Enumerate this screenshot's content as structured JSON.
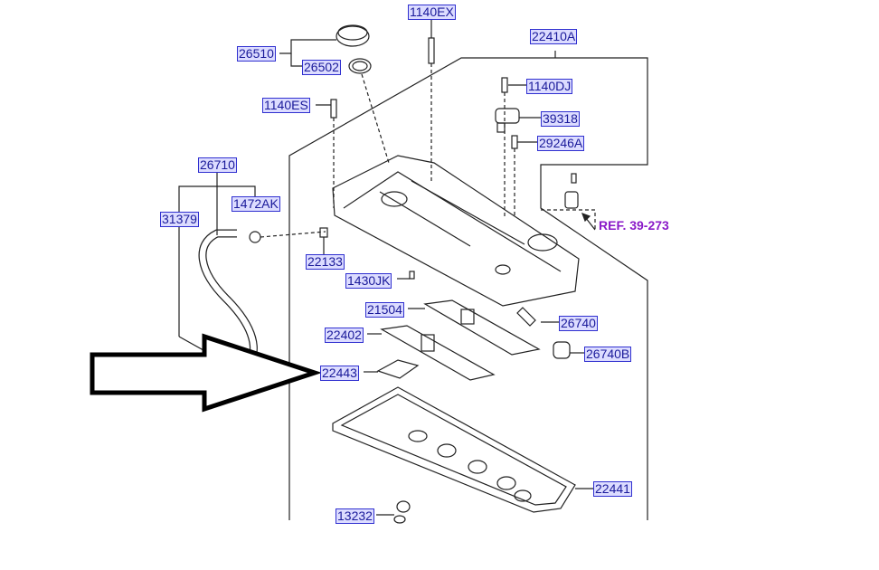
{
  "diagram": {
    "parts": [
      {
        "id": "p1140ex",
        "label": "1140EX"
      },
      {
        "id": "p22410a",
        "label": "22410A"
      },
      {
        "id": "p26510",
        "label": "26510"
      },
      {
        "id": "p26502",
        "label": "26502"
      },
      {
        "id": "p1140dj",
        "label": "1140DJ"
      },
      {
        "id": "p1140es",
        "label": "1140ES"
      },
      {
        "id": "p39318",
        "label": "39318"
      },
      {
        "id": "p29246a",
        "label": "29246A"
      },
      {
        "id": "p26710",
        "label": "26710"
      },
      {
        "id": "p1472ak",
        "label": "1472AK"
      },
      {
        "id": "p31379",
        "label": "31379"
      },
      {
        "id": "p22133",
        "label": "22133"
      },
      {
        "id": "p1430jk",
        "label": "1430JK"
      },
      {
        "id": "p21504",
        "label": "21504"
      },
      {
        "id": "p26740",
        "label": "26740"
      },
      {
        "id": "p22402",
        "label": "22402"
      },
      {
        "id": "p26740b",
        "label": "26740B"
      },
      {
        "id": "p22443",
        "label": "22443"
      },
      {
        "id": "p22441",
        "label": "22441"
      },
      {
        "id": "p13232",
        "label": "13232"
      }
    ],
    "reference": "REF. 39-273",
    "colors": {
      "label_bg": "#dcdcff",
      "label_border": "#3030d0",
      "label_text": "#1a1a9a",
      "ref_text": "#8a1ac8"
    }
  }
}
